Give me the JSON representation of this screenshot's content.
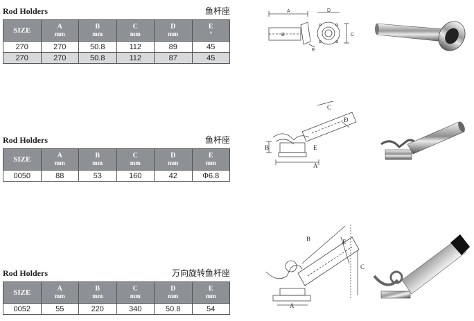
{
  "sections": [
    {
      "title": "Rod Holders",
      "cn_title": "鱼杆座",
      "headers": [
        {
          "label": "SIZE",
          "unit": ""
        },
        {
          "label": "A",
          "unit": "mm"
        },
        {
          "label": "B",
          "unit": "mm"
        },
        {
          "label": "C",
          "unit": "mm"
        },
        {
          "label": "D",
          "unit": "mm"
        },
        {
          "label": "E",
          "unit": "°"
        }
      ],
      "rows": [
        [
          "270",
          "270",
          "50.8",
          "112",
          "89",
          "45"
        ],
        [
          "270",
          "270",
          "50.8",
          "112",
          "87",
          "45"
        ]
      ]
    },
    {
      "title": "Rod Holders",
      "cn_title": "鱼杆座",
      "headers": [
        {
          "label": "SIZE",
          "unit": ""
        },
        {
          "label": "A",
          "unit": "mm"
        },
        {
          "label": "B",
          "unit": "mm"
        },
        {
          "label": "C",
          "unit": "mm"
        },
        {
          "label": "D",
          "unit": "mm"
        },
        {
          "label": "E",
          "unit": "mm"
        }
      ],
      "rows": [
        [
          "0050",
          "88",
          "53",
          "160",
          "42",
          "Φ6.8"
        ]
      ]
    },
    {
      "title": "Rod Holders",
      "cn_title": "万向旋转鱼杆座",
      "headers": [
        {
          "label": "SIZE",
          "unit": ""
        },
        {
          "label": "A",
          "unit": "mm"
        },
        {
          "label": "B",
          "unit": "mm"
        },
        {
          "label": "C",
          "unit": "mm"
        },
        {
          "label": "D",
          "unit": "mm"
        },
        {
          "label": "E",
          "unit": "mm"
        }
      ],
      "rows": [
        [
          "0052",
          "55",
          "220",
          "340",
          "50.8",
          "54"
        ]
      ]
    }
  ],
  "diagram_labels": {
    "d1": [
      "A",
      "D",
      "B",
      "C",
      "E"
    ],
    "d2": [
      "C",
      "D",
      "B",
      "E",
      "A"
    ],
    "d3": [
      "B",
      "E",
      "C",
      "A"
    ]
  }
}
